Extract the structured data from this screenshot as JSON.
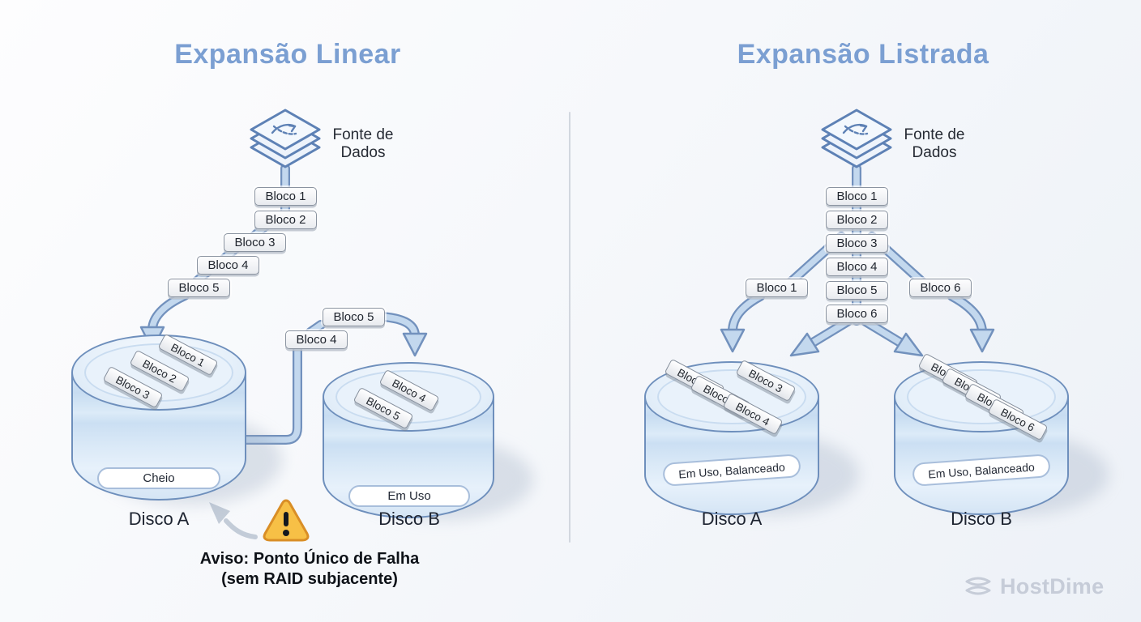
{
  "titles": {
    "left": "Expansão Linear",
    "right": "Expansão Listrada"
  },
  "source": {
    "line1": "Fonte de",
    "line2": "Dados"
  },
  "linear": {
    "queue": [
      "Bloco 1",
      "Bloco 2",
      "Bloco 3",
      "Bloco 4",
      "Bloco 5"
    ],
    "overflow": {
      "upper": "Bloco 5",
      "lower": "Bloco 4"
    },
    "disk_a": {
      "label": "Disco A",
      "status": "Cheio",
      "chips": [
        "Bloco 1",
        "Bloco 2",
        "Bloco 3"
      ]
    },
    "disk_b": {
      "label": "Disco B",
      "status": "Em Uso",
      "chips": [
        "Bloco 4",
        "Bloco 5"
      ]
    },
    "warning": {
      "line1": "Aviso: Ponto Único de Falha",
      "line2": "(sem RAID subjacente)"
    }
  },
  "striped": {
    "stack": [
      "Bloco 1",
      "Bloco 2",
      "Bloco 3",
      "Bloco 4",
      "Bloco 5",
      "Bloco 6"
    ],
    "branch_left": "Bloco 1",
    "branch_right": "Bloco 6",
    "disk_a": {
      "label": "Disco A",
      "status": "Em Uso, Balanceado",
      "chips": [
        "Bloco 1",
        "Bloco 2",
        "Bloco 3",
        "Bloco 4"
      ]
    },
    "disk_b": {
      "label": "Disco B",
      "status": "Em Uso, Balanceado",
      "chips": [
        "Bloco 1",
        "Bloco 2",
        "Bloco 3",
        "Bloco 6"
      ]
    }
  },
  "brand": {
    "name": "HostDime"
  },
  "colors": {
    "title_blue": "#7b9fd2",
    "arrow_fill": "#c3d8ee",
    "arrow_stroke": "#7291bd",
    "disk_outline": "#6e8fbc",
    "warning_fill": "#f7c046",
    "warning_stroke": "#d98e26",
    "brand_gray": "#c6ccd8"
  }
}
